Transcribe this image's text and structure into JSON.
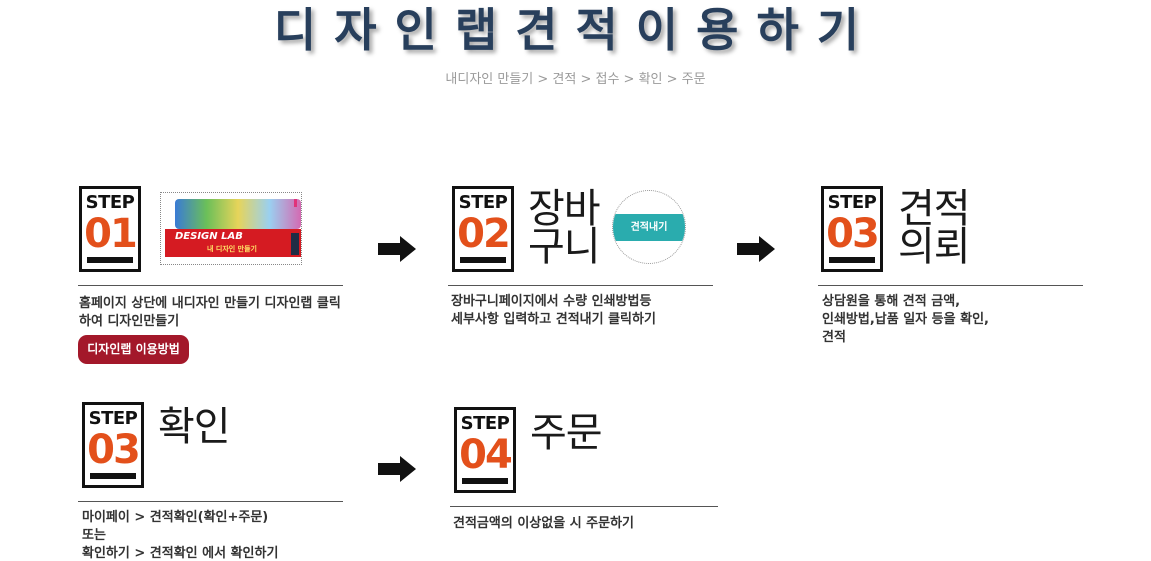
{
  "header": {
    "title": "디자인랩견적이용하기",
    "breadcrumb": "내디자인 만들기 > 견적 > 접수 > 확인 > 주문"
  },
  "steps": [
    {
      "word": "STEP",
      "number": "01",
      "banner_logo": "DESIGN LAB",
      "banner_sub": "내 디자인 만들기",
      "desc_lines": [
        "홈페이지 상단에 내디자인 만들기 디자인랩 클릭",
        "하여 디자인만들기"
      ],
      "button_label": "디자인랩 이용방법"
    },
    {
      "word": "STEP",
      "number": "02",
      "heading_lines": [
        "장바",
        "구니"
      ],
      "circle_label": "견적내기",
      "desc_lines": [
        "장바구니페이지에서 수량 인쇄방법등",
        "세부사항 입력하고 견적내기 클릭하기"
      ]
    },
    {
      "word": "STEP",
      "number": "03",
      "heading_lines": [
        "견적",
        "의뢰"
      ],
      "desc_lines": [
        "상담원을 통해 견적 금액,",
        "인쇄방법,납품 일자 등을 확인,",
        "견적"
      ]
    },
    {
      "word": "STEP",
      "number": "03",
      "heading_lines": [
        "확인"
      ],
      "desc_lines": [
        "마이페이 > 견적확인(확인+주문)",
        "또는",
        "확인하기 > 견적확인 에서 확인하기"
      ]
    },
    {
      "word": "STEP",
      "number": "04",
      "heading_lines": [
        "주문"
      ],
      "desc_lines": [
        "견적금액의 이상없을 시 주문하기"
      ]
    }
  ],
  "icons": {
    "arrow": "right-arrow-icon"
  }
}
